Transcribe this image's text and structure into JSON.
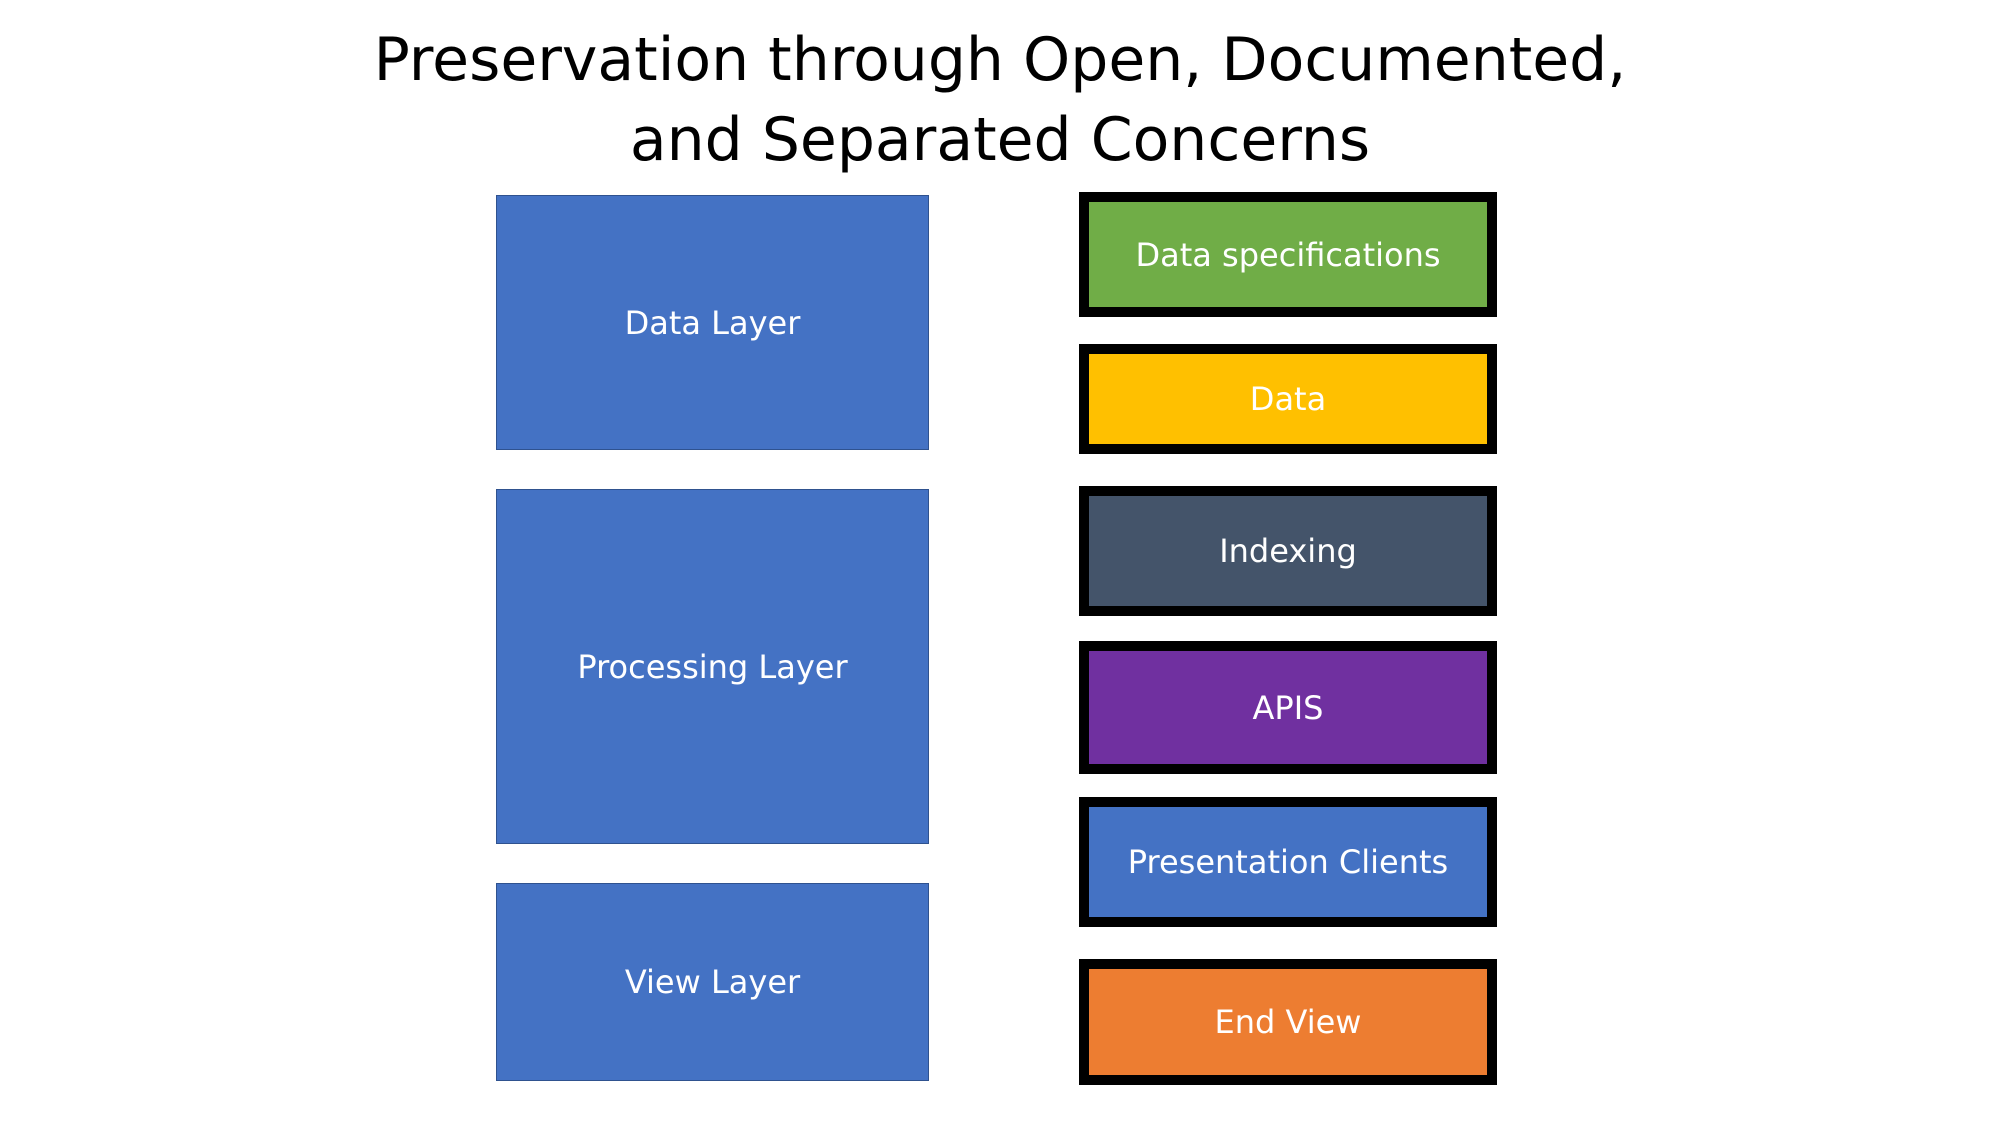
{
  "title": {
    "line1": "Preservation through Open, Documented,",
    "line2": "and Separated Concerns"
  },
  "layers": {
    "data": "Data Layer",
    "processing": "Processing Layer",
    "view": "View Layer"
  },
  "components": {
    "specs": "Data specifications",
    "data": "Data",
    "indexing": "Indexing",
    "apis": "APIS",
    "clients": "Presentation Clients",
    "endview": "End View"
  },
  "colors": {
    "layer_fill": "#4472C4",
    "specs": "#70AD47",
    "data": "#FFC000",
    "indexing": "#44546A",
    "apis": "#7030A0",
    "clients": "#4472C4",
    "endview": "#ED7D31"
  }
}
